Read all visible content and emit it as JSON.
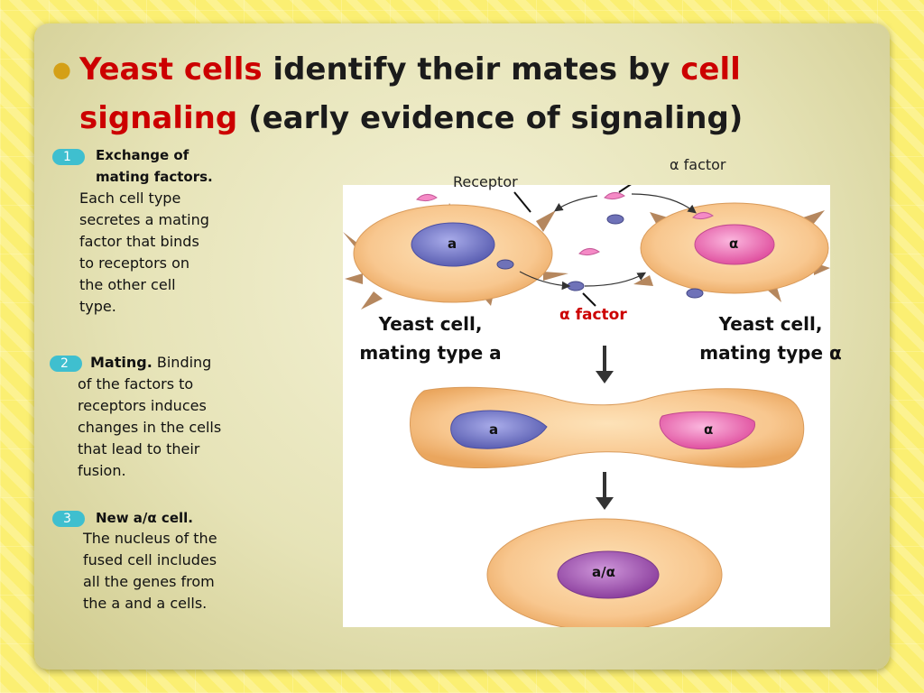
{
  "title": {
    "line1_hl1": "Yeast cells",
    "line1_mid": " identify their mates by ",
    "line1_hl2": "cell",
    "line2_hl": "signaling",
    "line2_rest": " (early evidence of signaling)"
  },
  "steps": [
    {
      "number": "1",
      "heading": "Exchange of mating factors.",
      "body": "Each cell type secretes a mating factor that binds to receptors on the other cell type."
    },
    {
      "number": "2",
      "heading": "Mating.",
      "body": "Binding of the factors to receptors induces changes in the cells that lead to their fusion."
    },
    {
      "number": "3",
      "heading": "New a/α cell.",
      "body": "The nucleus of the fused cell includes all the genes from the a and a cells."
    }
  ],
  "figure": {
    "label_alpha_factor": "α factor",
    "label_receptor": "Receptor",
    "label_a_factor": "α factor",
    "cell_a_line1": "Yeast cell,",
    "cell_a_line2": "mating type a",
    "cell_alpha_line1": "Yeast cell,",
    "cell_alpha_line2": "mating type α",
    "nucleus_a": "a",
    "nucleus_alpha": "α",
    "fused_nucleus_a": "a",
    "fused_nucleus_alpha": "α",
    "new_nucleus": "a/α"
  },
  "colors": {
    "title_highlight": "#cc0000",
    "badge": "#3fbfcf",
    "cell_fill": "#f6c48a",
    "nucleus_a": "#7b7fc6",
    "nucleus_alpha": "#f07cc0",
    "nucleus_fused": "#a45fb3"
  }
}
